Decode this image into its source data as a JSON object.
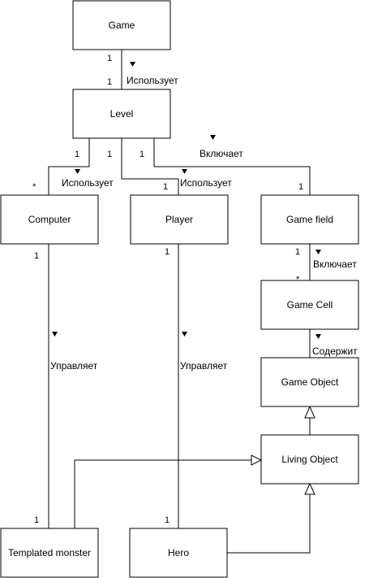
{
  "nodes": {
    "game": "Game",
    "level": "Level",
    "computer": "Computer",
    "player": "Player",
    "game_field": "Game field",
    "game_cell": "Game Cell",
    "game_object": "Game Object",
    "living_object": "Living Object",
    "templated_monster": "Templated monster",
    "hero": "Hero"
  },
  "edges": {
    "game_level": {
      "label": "Использует",
      "m_top": "1",
      "m_bottom": "1"
    },
    "level_computer": {
      "label": "Использует",
      "m_source": "1",
      "m_target": "*"
    },
    "level_player": {
      "label": "Использует",
      "m_source": "1",
      "m_target": "1"
    },
    "level_field": {
      "label": "Включает",
      "m_source": "1",
      "m_target": "1"
    },
    "field_cell": {
      "label": "Включает",
      "m_source": "1",
      "m_target": "*"
    },
    "cell_object": {
      "label": "Содержит"
    },
    "computer_monster": {
      "label": "Управляет",
      "m_source": "1",
      "m_target": "1"
    },
    "player_hero": {
      "label": "Управляет",
      "m_source": "1",
      "m_target": "1"
    }
  },
  "colors": {
    "stroke": "#000000",
    "fill": "#ffffff"
  }
}
